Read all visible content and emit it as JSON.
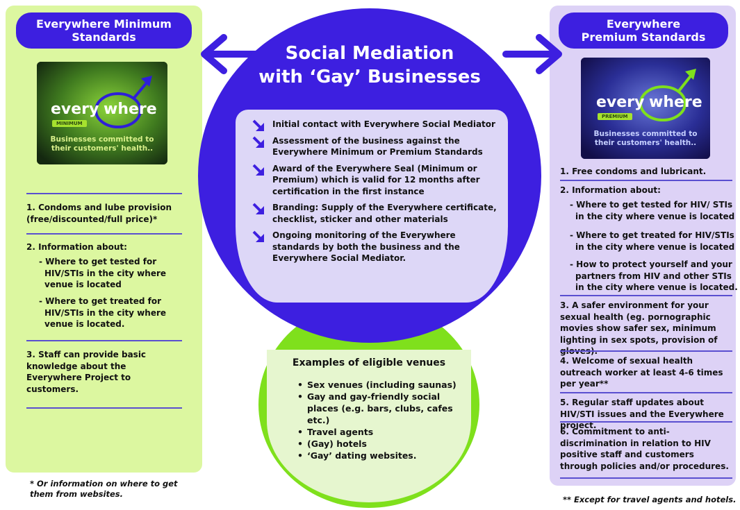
{
  "left": {
    "title": "Everywhere Minimum Standards",
    "card": {
      "brand_a": "every",
      "brand_b": "where",
      "tier": "MINIMUM",
      "tagline_1": "Businesses committed to",
      "tagline_2": "their customers' health.."
    },
    "item1": "1. Condoms and lube provision (free/discounted/full price)*",
    "item2": "2. Information about:",
    "item2_subs": [
      "- Where to get tested for HIV/STIs in the city where venue is located",
      "- Where to get treated for HIV/STIs in the city where venue is located."
    ],
    "item3": "3. Staff can provide basic knowledge about the Everywhere Project to customers.",
    "footnote": "* Or information on where to get them from websites."
  },
  "center": {
    "title_1": "Social Mediation",
    "title_2": "with ‘Gay’ Businesses",
    "steps": [
      "Initial contact with Everywhere Social Mediator",
      "Assessment of the business against the Everywhere Minimum or Premium Standards",
      "Award of the Everywhere Seal (Minimum or Premium) which is valid for 12 months after certification in the first instance",
      "Branding: Supply of the Everywhere certificate, checklist, sticker and other materials",
      "Ongoing monitoring of the Everywhere standards by both the business and the Everywhere Social Mediator."
    ]
  },
  "venues": {
    "title": "Examples of eligible venues",
    "items": [
      "Sex venues (including saunas)",
      "Gay and gay-friendly social places (e.g. bars, clubs, cafes etc.)",
      "Travel agents",
      "(Gay) hotels",
      "‘Gay’ dating websites."
    ]
  },
  "right": {
    "title": "Everywhere Premium Standards",
    "card": {
      "brand_a": "every",
      "brand_b": "where",
      "tier": "PREMIUM",
      "tagline_1": "Businesses committed to",
      "tagline_2": "their customers' health.."
    },
    "item1": "1. Free condoms and lubricant.",
    "item2": "2. Information about:",
    "item2_subs": [
      "- Where to get tested for HIV/ STIs in the city where venue is located",
      "- Where to get treated for HIV/STIs in the city where venue is located",
      "- How to protect yourself and your partners from HIV and other STIs in the city where venue is located."
    ],
    "item3": "3. A safer environment for your sexual health (eg. pornographic movies show safer sex, minimum lighting in sex spots, provision of gloves).",
    "item4": "4. Welcome of sexual health outreach worker at least 4-6 times per year**",
    "item5": "5. Regular staff updates about HIV/STI issues and the Everywhere project.",
    "item6": "6. Commitment to anti-discrimination in relation to HIV positive staff and customers through policies and/or procedures.",
    "footnote": "** Except for travel agents and hotels."
  },
  "colors": {
    "purple": "#3d1fe0",
    "lavender": "#ddd2f6",
    "green_bg": "#dcf7a0",
    "lime": "#7fe01c"
  }
}
